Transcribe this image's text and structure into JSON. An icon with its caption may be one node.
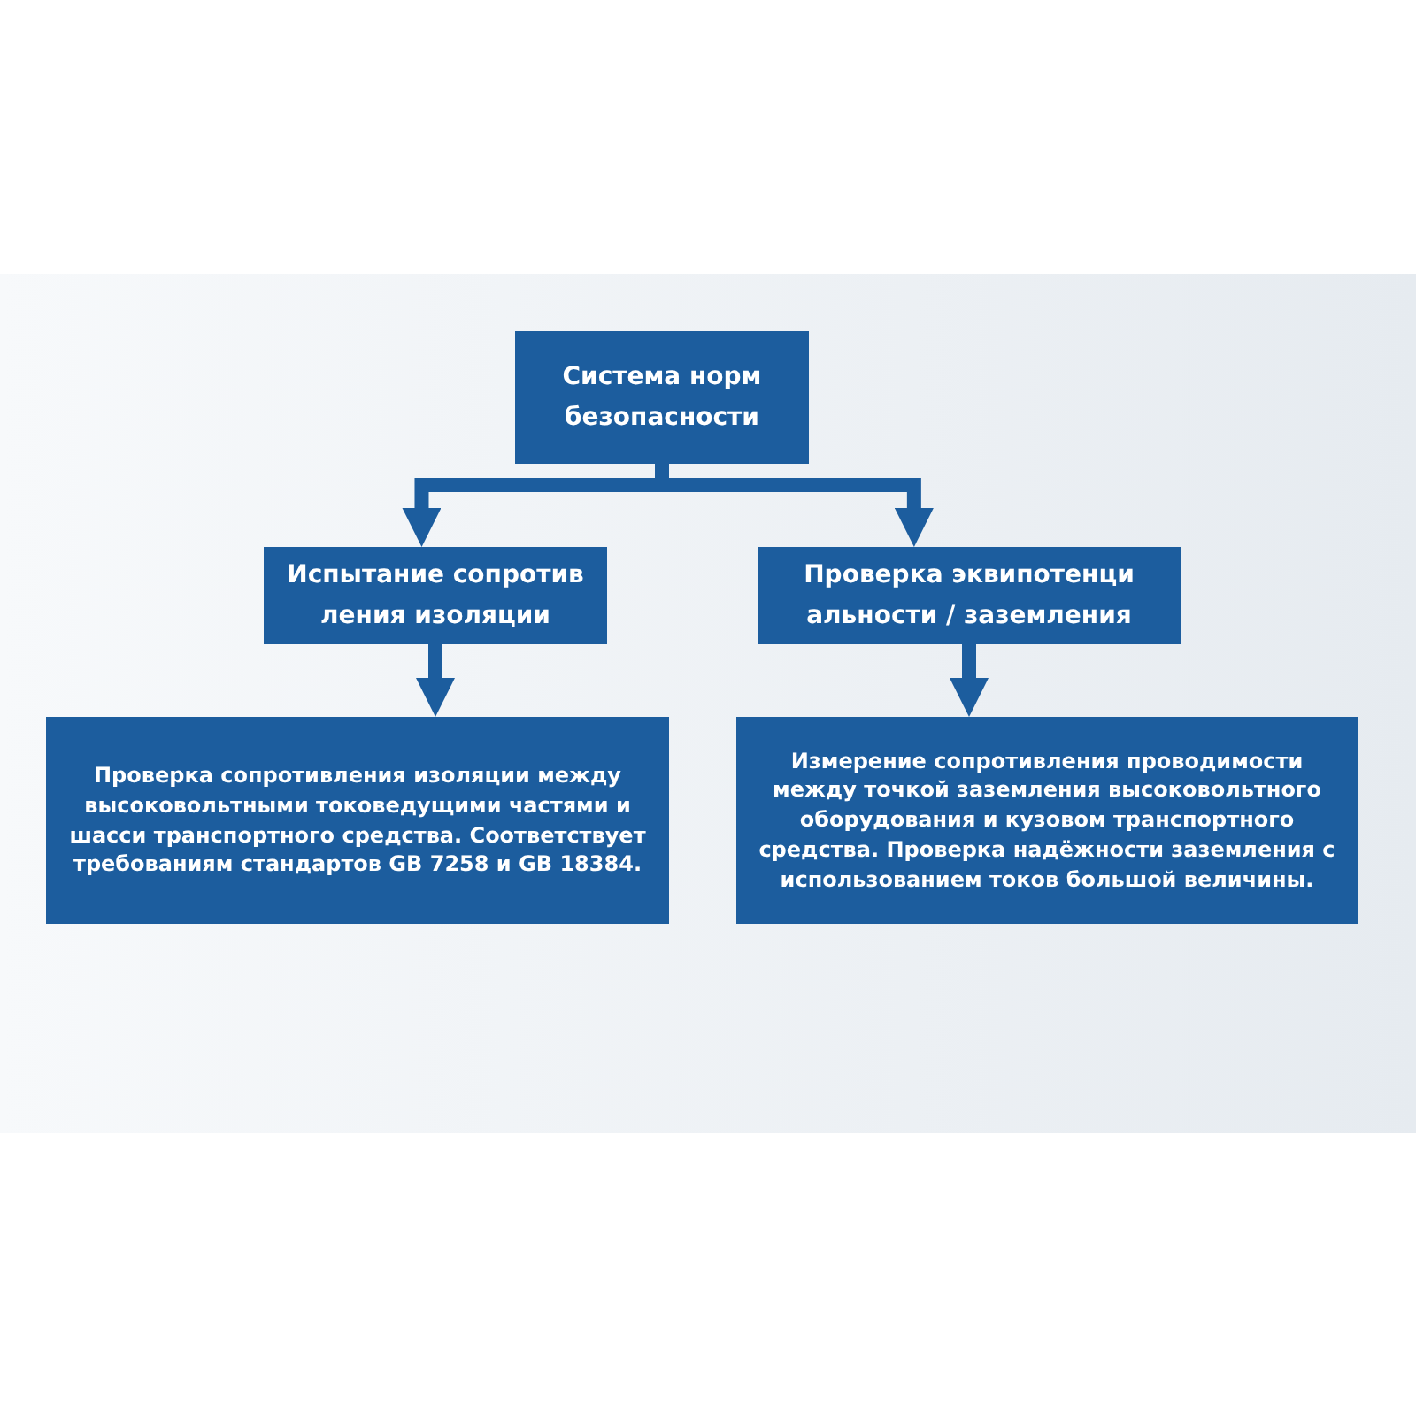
{
  "diagram": {
    "nodes": [
      {
        "text": [
          "Система норм безопасности"
        ]
      },
      {
        "text": [
          "Испытание сопротив ления изоляции"
        ]
      },
      {
        "text": [
          "Проверка эквипотенци альности / заземления"
        ]
      },
      {
        "text": [
          "Проверка сопротивления изоляции между высоковольтными токоведущими частями и шасси транспортного средства. Соответствует требованиям стандартов GB 7258 и GB 18384."
        ]
      },
      {
        "text": [
          "Измерение сопротивления проводимости между точкой заземления высоковольтного оборудования и кузовом транспортного средства. Проверка надёжности заземления с использованием токов большой величины."
        ]
      }
    ],
    "edges": [
      {
        "from": 0,
        "to": 1,
        "arrow": "to"
      },
      {
        "from": 0,
        "to": 2,
        "arrow": "to"
      },
      {
        "from": 1,
        "to": 3,
        "arrow": "to"
      },
      {
        "from": 2,
        "to": 4,
        "arrow": "to"
      }
    ]
  }
}
